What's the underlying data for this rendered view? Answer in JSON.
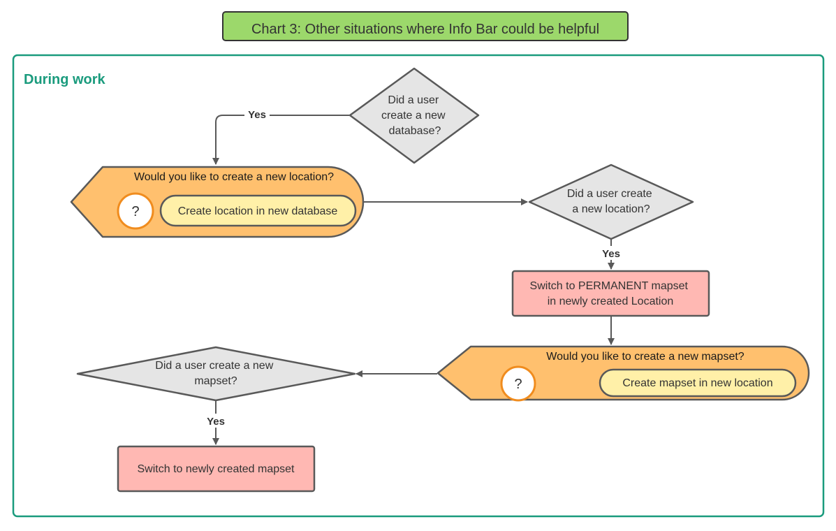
{
  "title": "Chart 3: Other situations where Info Bar could be helpful",
  "section_label": "During work",
  "nodes": {
    "decision_database": {
      "lines": [
        "Did a user",
        "create a new",
        "database?"
      ]
    },
    "infobar_location": {
      "prompt": "Would you like to create a new location?",
      "help_glyph": "?",
      "action_label": "Create location in new database"
    },
    "decision_location": {
      "lines": [
        "Did a user create",
        "a new location?"
      ]
    },
    "action_permanent": {
      "lines": [
        "Switch to PERMANENT mapset",
        "in newly created Location"
      ]
    },
    "infobar_mapset": {
      "prompt": "Would you like to create a new mapset?",
      "help_glyph": "?",
      "action_label": "Create mapset in new location"
    },
    "decision_mapset": {
      "lines": [
        "Did a user create a new",
        "mapset?"
      ]
    },
    "action_switch_mapset": {
      "lines": [
        "Switch to newly created mapset"
      ]
    }
  },
  "edge_labels": {
    "yes_database": "Yes",
    "yes_location": "Yes",
    "yes_mapset": "Yes"
  },
  "colors": {
    "title_fill": "#9cd86b",
    "frame_stroke": "#1a9b7d",
    "section_text": "#1a9b7d",
    "decision_fill": "#e5e5e5",
    "infobar_fill": "#ffc06e",
    "help_stroke": "#f08c1e",
    "action_pill_fill": "#fff0a8",
    "action_box_fill": "#ffb8b3",
    "stroke": "#595959"
  }
}
